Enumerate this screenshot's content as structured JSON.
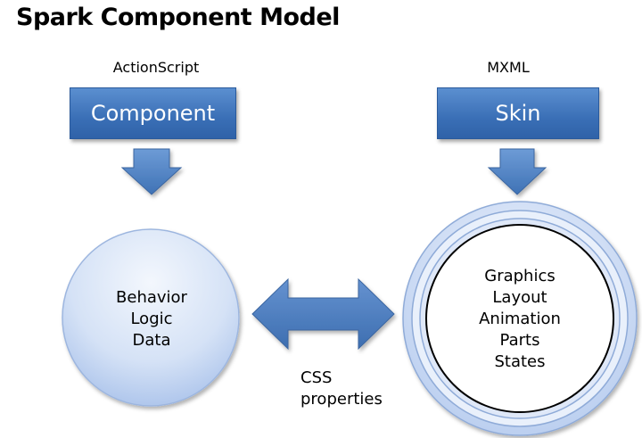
{
  "title": "Spark Component Model",
  "left": {
    "language": "ActionScript",
    "box_label": "Component",
    "circle_lines": [
      "Behavior",
      "Logic",
      "Data"
    ]
  },
  "right": {
    "language": "MXML",
    "box_label": "Skin",
    "circle_lines": [
      "Graphics",
      "Layout",
      "Animation",
      "Parts",
      "States"
    ]
  },
  "connector": {
    "lines": [
      "CSS",
      "properties"
    ]
  },
  "colors": {
    "box_fill": "#3a6fb6",
    "arrow_fill": "#4f81bd",
    "circle_light": "#dbe6f7",
    "circle_dark": "#a9c1ea"
  }
}
